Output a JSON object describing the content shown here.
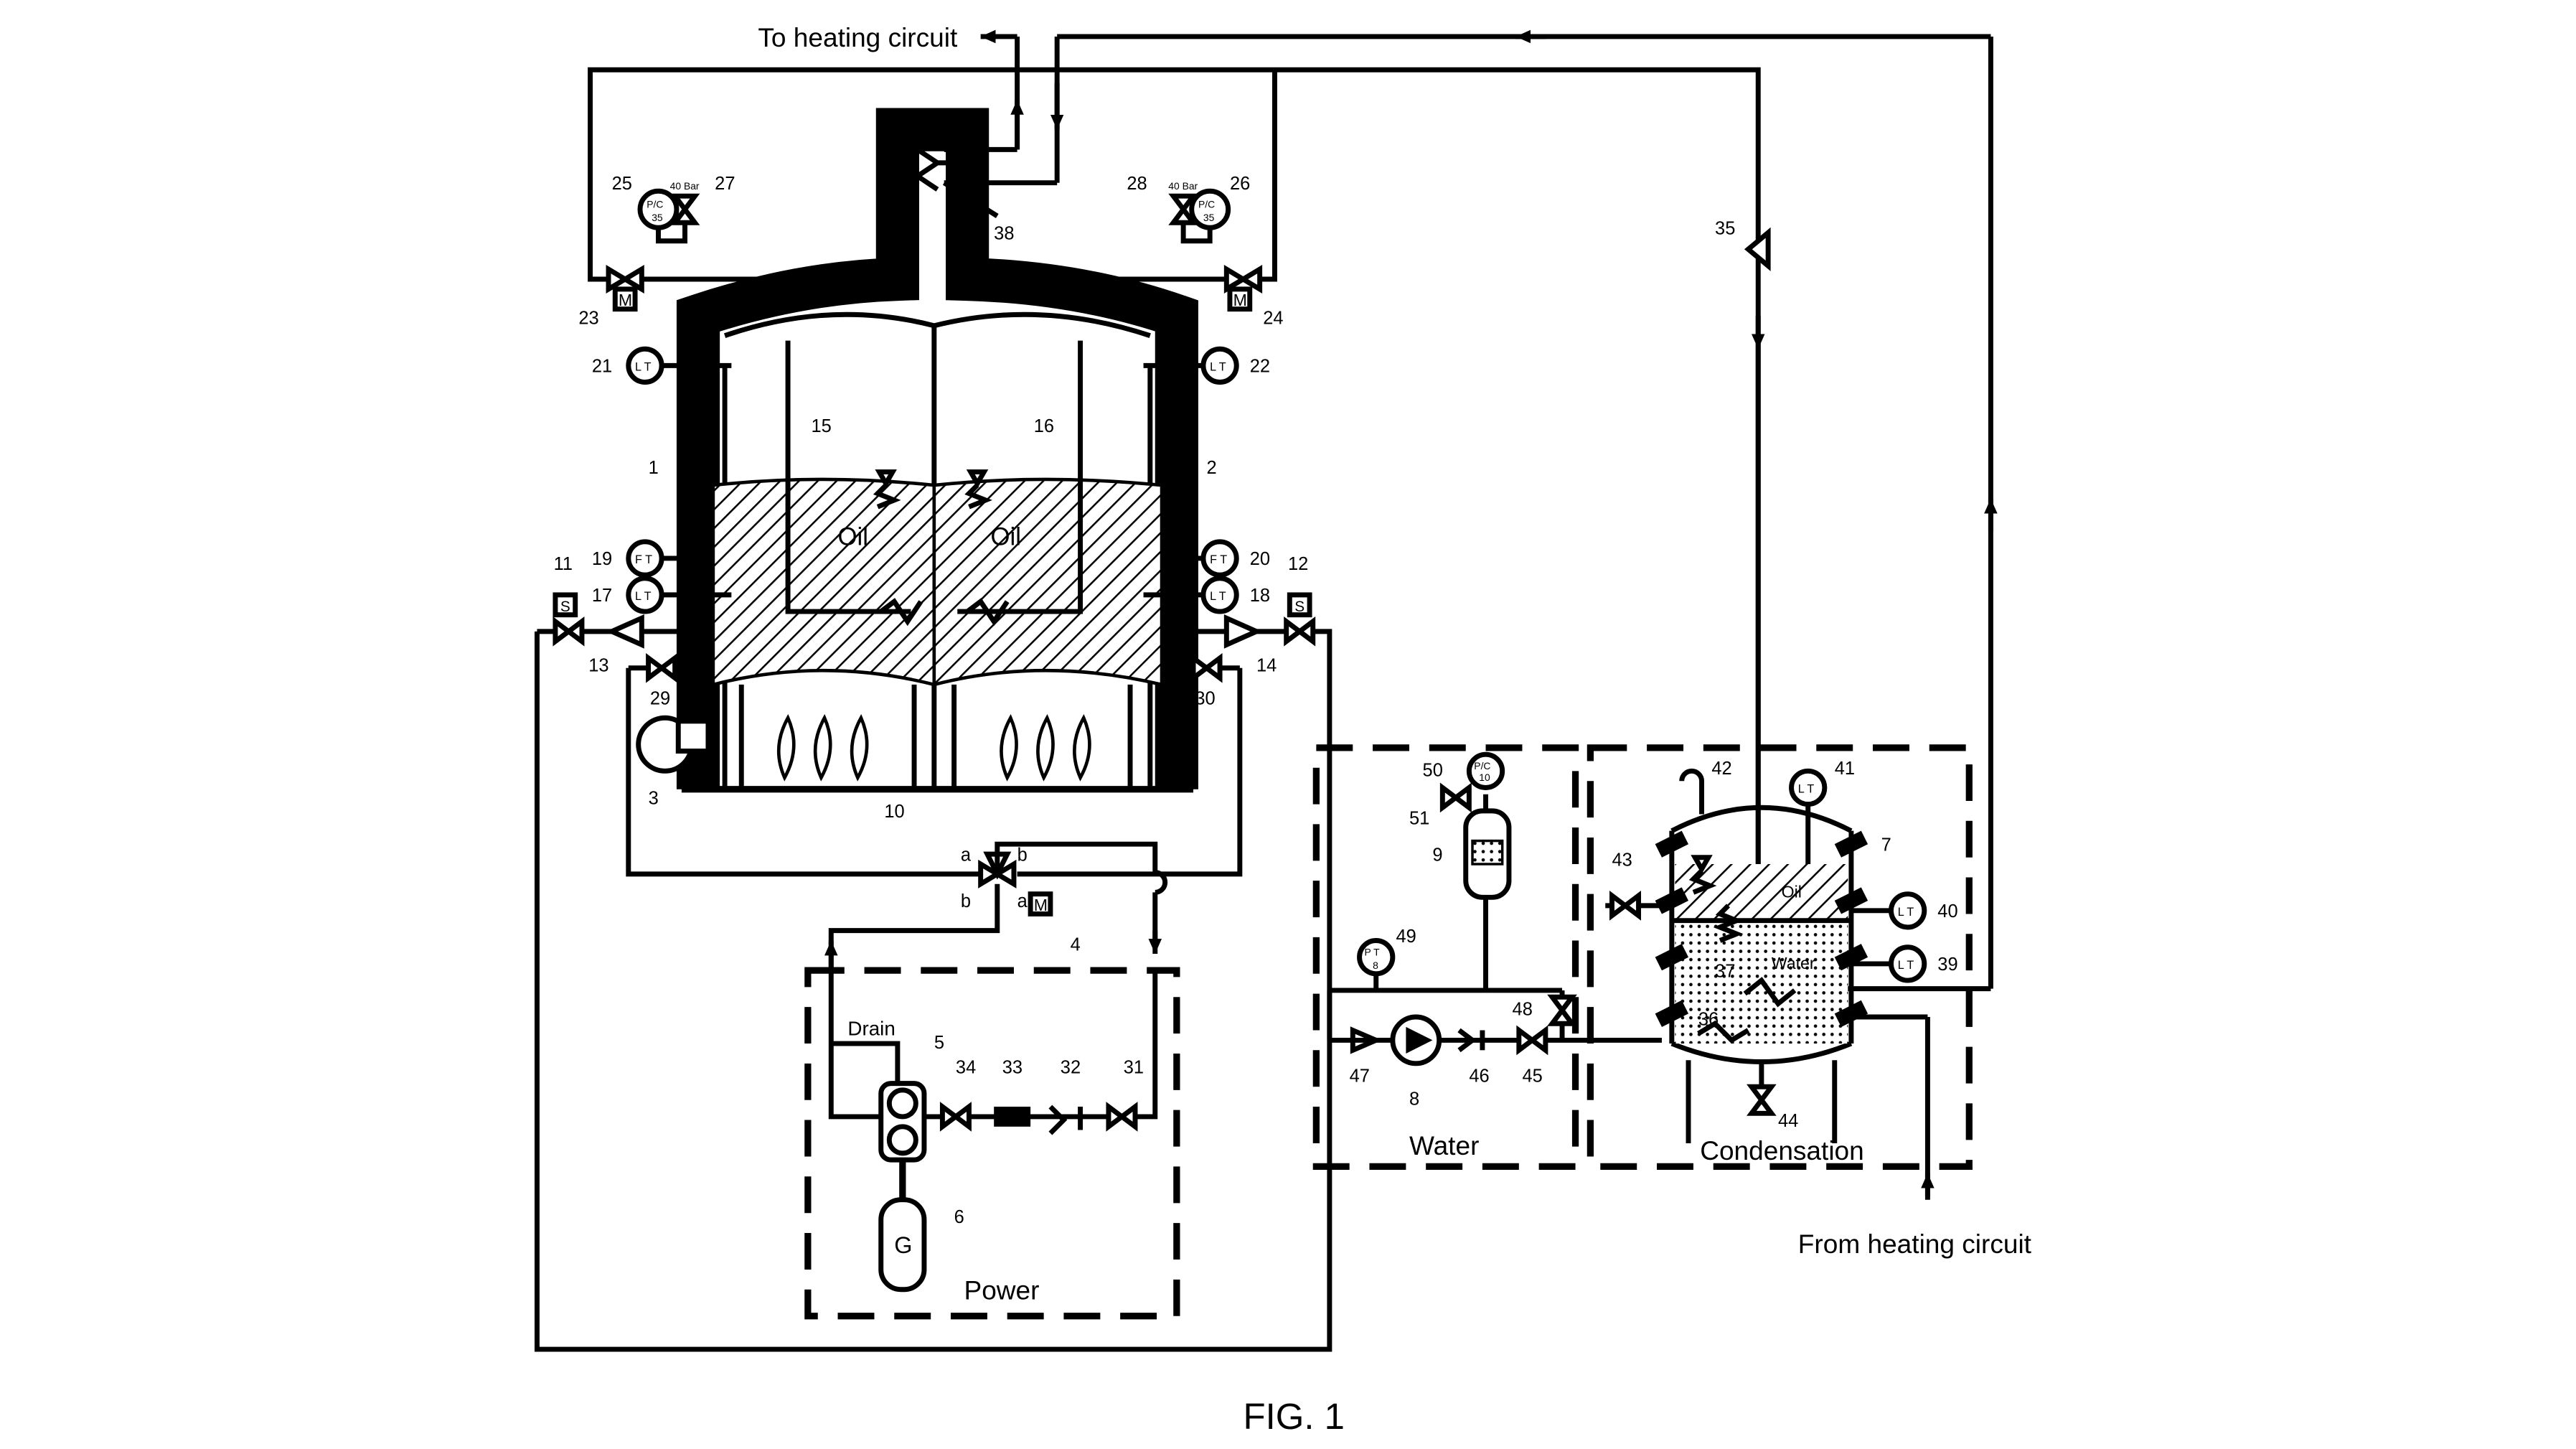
{
  "figure_title": "FIG. 1",
  "flow_labels": {
    "to_heating": "To heating circuit",
    "from_heating": "From heating circuit",
    "drain": "Drain"
  },
  "sections": {
    "power": "Power",
    "water": "Water",
    "condensation": "Condensation"
  },
  "fluids": {
    "oil_left": "Oil",
    "oil_right": "Oil",
    "oil_condenser": "Oil",
    "water_condenser": "Water"
  },
  "instrument_tags": {
    "lt": "L T",
    "ft": "F T",
    "pt": "P T",
    "pic": "P/C",
    "setpoint_35": "35",
    "setpoint_10": "10",
    "setpoint_8": "8",
    "relief_rating": "40 Bar",
    "motor": "M",
    "solenoid": "S",
    "generator": "G",
    "port_a": "a",
    "port_b": "b"
  },
  "ref_numbers": {
    "n1": "1",
    "n2": "2",
    "n3": "3",
    "n4": "4",
    "n5": "5",
    "n6": "6",
    "n7": "7",
    "n8": "8",
    "n9": "9",
    "n10": "10",
    "n11": "11",
    "n12": "12",
    "n13": "13",
    "n14": "14",
    "n15": "15",
    "n16": "16",
    "n17": "17",
    "n18": "18",
    "n19": "19",
    "n20": "20",
    "n21": "21",
    "n22": "22",
    "n23": "23",
    "n24": "24",
    "n25": "25",
    "n26": "26",
    "n27": "27",
    "n28": "28",
    "n29": "29",
    "n30": "30",
    "n31": "31",
    "n32": "32",
    "n33": "33",
    "n34": "34",
    "n35": "35",
    "n36": "36",
    "n37": "37",
    "n38": "38",
    "n39": "39",
    "n40": "40",
    "n41": "41",
    "n42": "42",
    "n43": "43",
    "n44": "44",
    "n45": "45",
    "n46": "46",
    "n47": "47",
    "n48": "48",
    "n49": "49",
    "n50": "50",
    "n51": "51"
  }
}
